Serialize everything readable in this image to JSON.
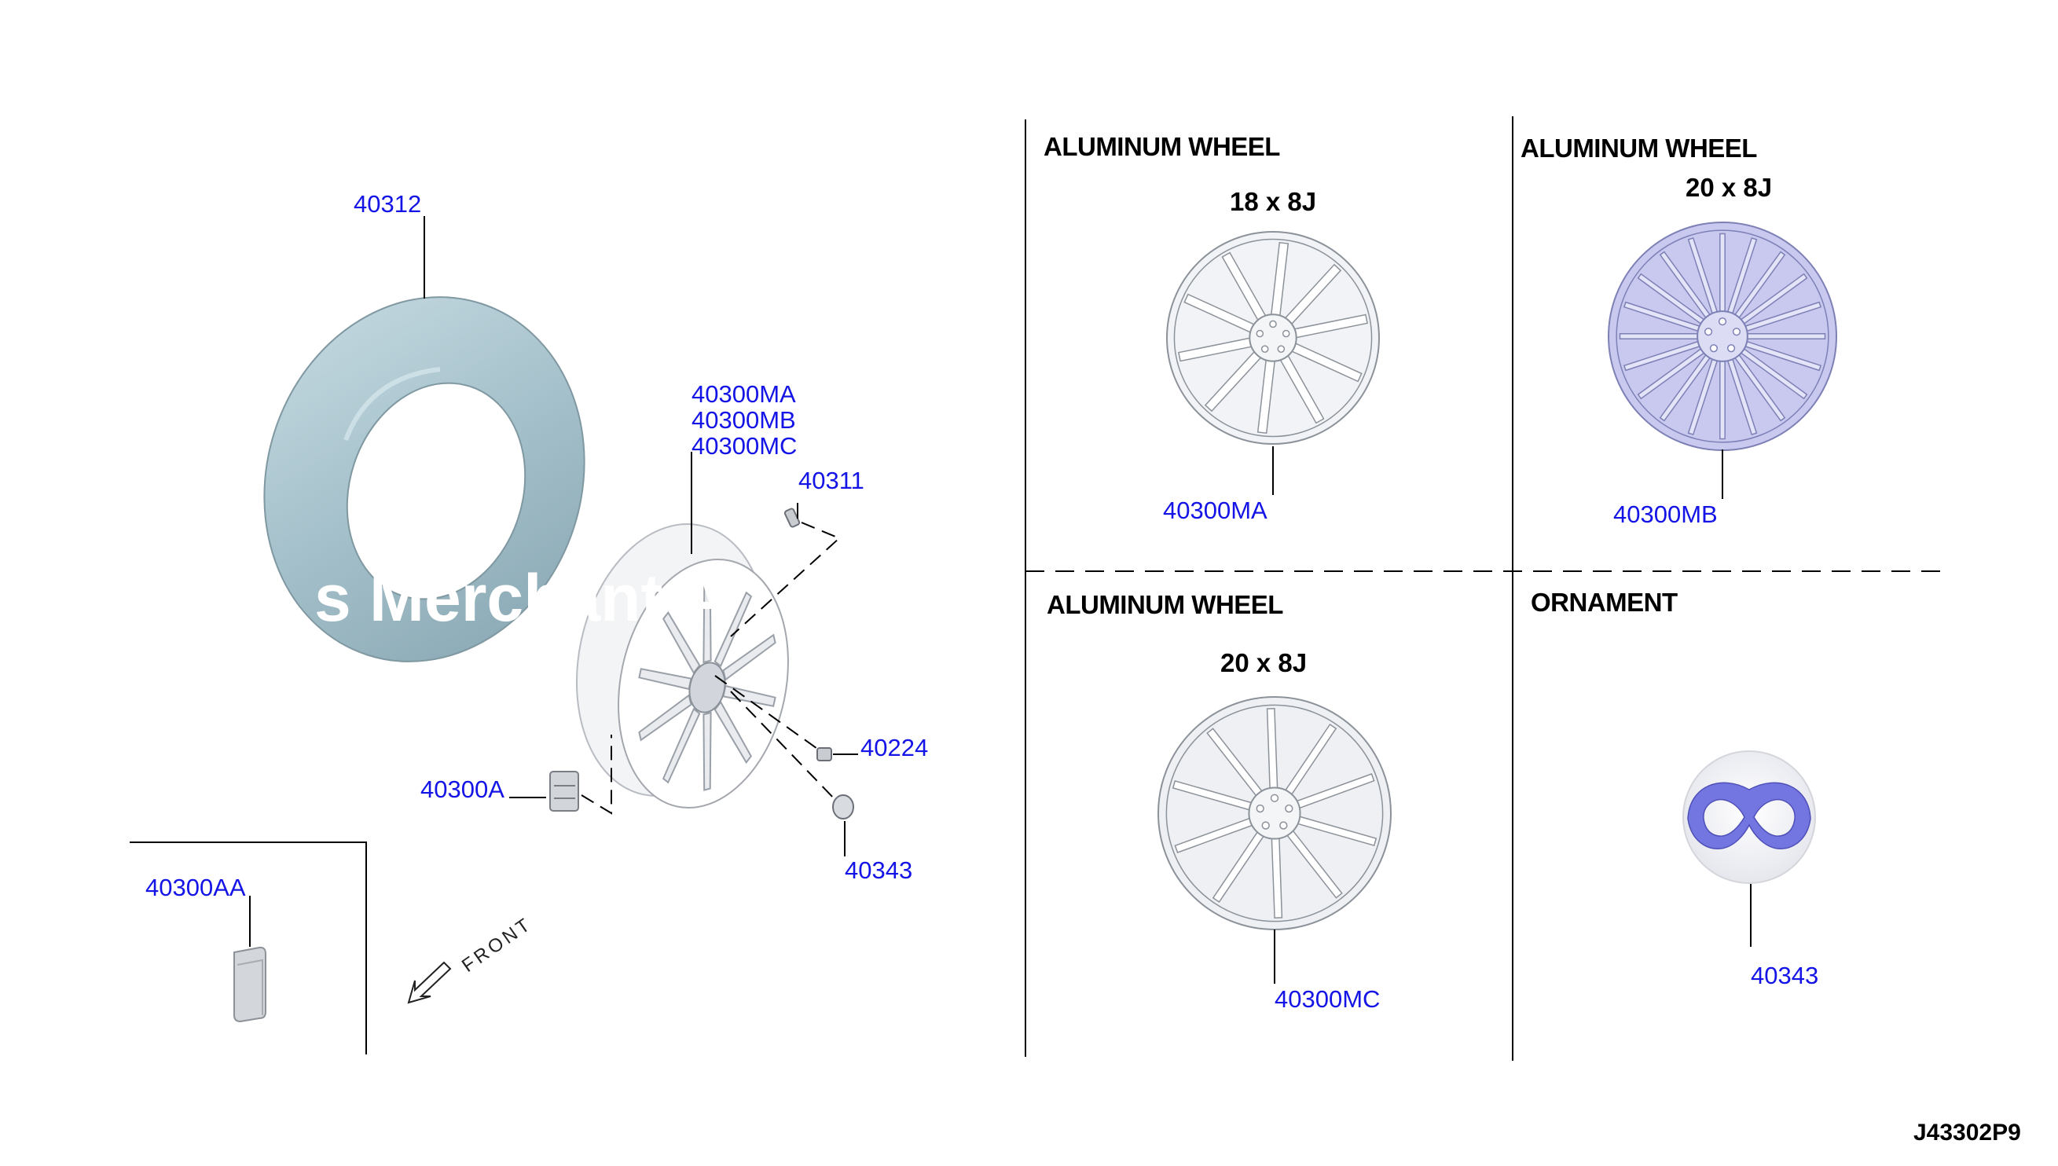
{
  "colors": {
    "callout": "#1414e6",
    "tire": "#a9c5cf",
    "wheel_ma": "#f1f3f6",
    "wheel_mb": "#c9c9ef",
    "wheel_mc": "#eef0f3",
    "emblem_logo": "#7072e0"
  },
  "assembly": {
    "callouts": {
      "tire": "40312",
      "wheel_ma": "40300MA",
      "wheel_mb": "40300MB",
      "wheel_mc": "40300MC",
      "valve": "40311",
      "nut": "40224",
      "balance_weight": "40300A",
      "ornament": "40343",
      "weight_inset": "40300AA"
    },
    "front_label": "FRONT",
    "watermark": "s Merchant A"
  },
  "panels": {
    "ma": {
      "heading": "ALUMINUM WHEEL",
      "size": "18 x 8J",
      "part": "40300MA"
    },
    "mb": {
      "heading": "ALUMINUM WHEEL",
      "size": "20 x 8J",
      "part": "40300MB"
    },
    "mc": {
      "heading": "ALUMINUM WHEEL",
      "size": "20 x 8J",
      "part": "40300MC"
    },
    "ornament": {
      "heading": "ORNAMENT",
      "part": "40343",
      "icon": "infiniti-logo-icon"
    }
  },
  "diagram_id": "J43302P9"
}
